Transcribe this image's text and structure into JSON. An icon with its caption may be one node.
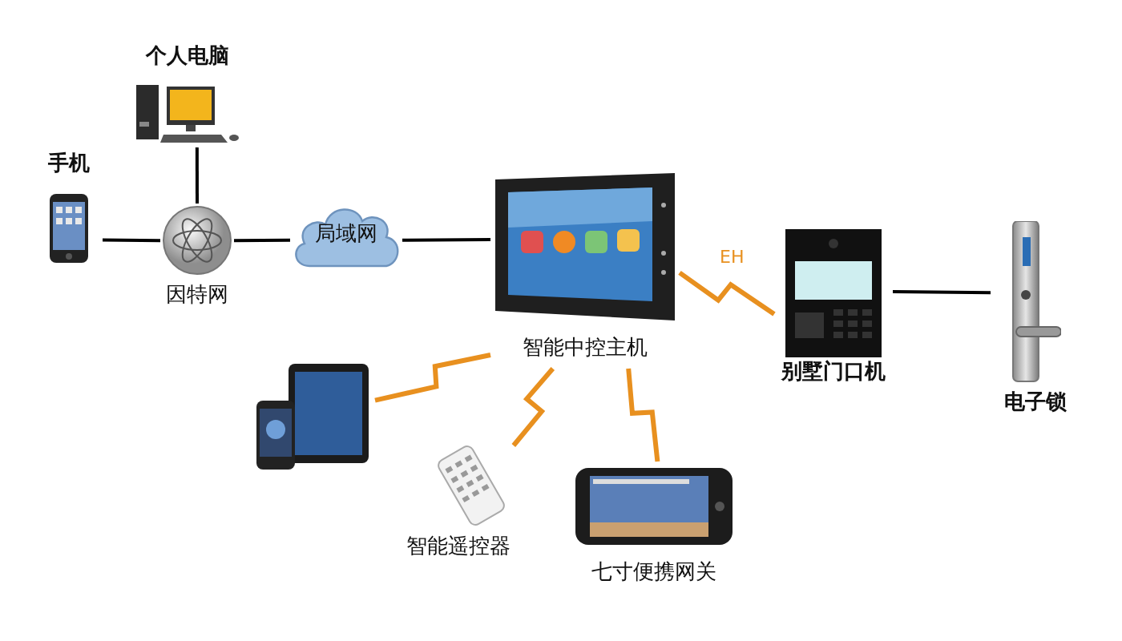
{
  "diagram": {
    "nodes": [
      {
        "text": [
          "个人电脑"
        ]
      },
      {
        "text": [
          "手机"
        ]
      },
      {
        "text": [
          "因特网"
        ]
      },
      {
        "text": [
          "局域网"
        ]
      },
      {
        "text": [
          "智能中控主机"
        ]
      },
      {
        "text": [
          "别墅门口机"
        ]
      },
      {
        "text": [
          "电子锁"
        ]
      },
      {
        "text": [],
        "shape": "picture"
      },
      {
        "text": [
          "智能遥控器"
        ]
      },
      {
        "text": [
          "七寸便携网关"
        ]
      }
    ],
    "edges": [
      {
        "from": 0,
        "to": 2,
        "arrow": "none"
      },
      {
        "from": 1,
        "to": 2,
        "arrow": "none"
      },
      {
        "from": 2,
        "to": 3,
        "arrow": "none"
      },
      {
        "from": 3,
        "to": 4,
        "arrow": "none"
      },
      {
        "from": 4,
        "to": 5,
        "arrow": "none",
        "label": "EH",
        "color": "#e8901f"
      },
      {
        "from": 5,
        "to": 6,
        "arrow": "none"
      },
      {
        "from": 4,
        "to": 7,
        "arrow": "none",
        "color": "#e8901f"
      },
      {
        "from": 4,
        "to": 8,
        "arrow": "none",
        "color": "#e8901f"
      },
      {
        "from": 4,
        "to": 9,
        "arrow": "none",
        "color": "#e8901f"
      }
    ]
  }
}
